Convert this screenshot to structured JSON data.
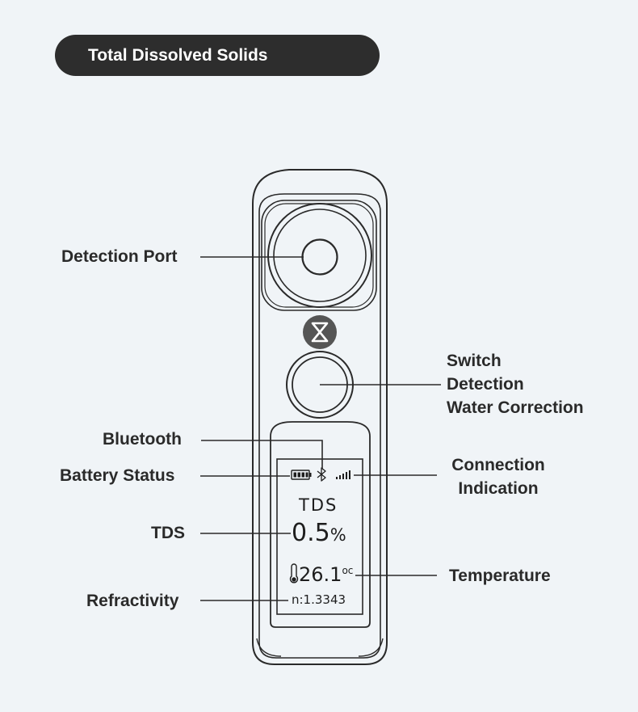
{
  "header": {
    "title": "Total Dissolved Solids"
  },
  "labels": {
    "detection_port": "Detection Port",
    "switch": [
      "Switch",
      "Detection",
      "Water Correction"
    ],
    "bluetooth": "Bluetooth",
    "battery_status": "Battery Status",
    "connection_indication": [
      "Connection",
      "Indication"
    ],
    "tds": "TDS",
    "temperature": "Temperature",
    "refractivity": "Refractivity"
  },
  "screen": {
    "mode": "TDS",
    "value": "0.5",
    "unit": "%",
    "temperature": "26.1",
    "temperature_unit": "oc",
    "refractive_index": "n:1.3343",
    "battery_level": 1.0,
    "signal_level": 1.0
  },
  "colors": {
    "background": "#f0f4f7",
    "pill": "#2d2d2d",
    "text": "#2a2a2a",
    "line": "#2a2a2a",
    "logo": "#555555"
  }
}
